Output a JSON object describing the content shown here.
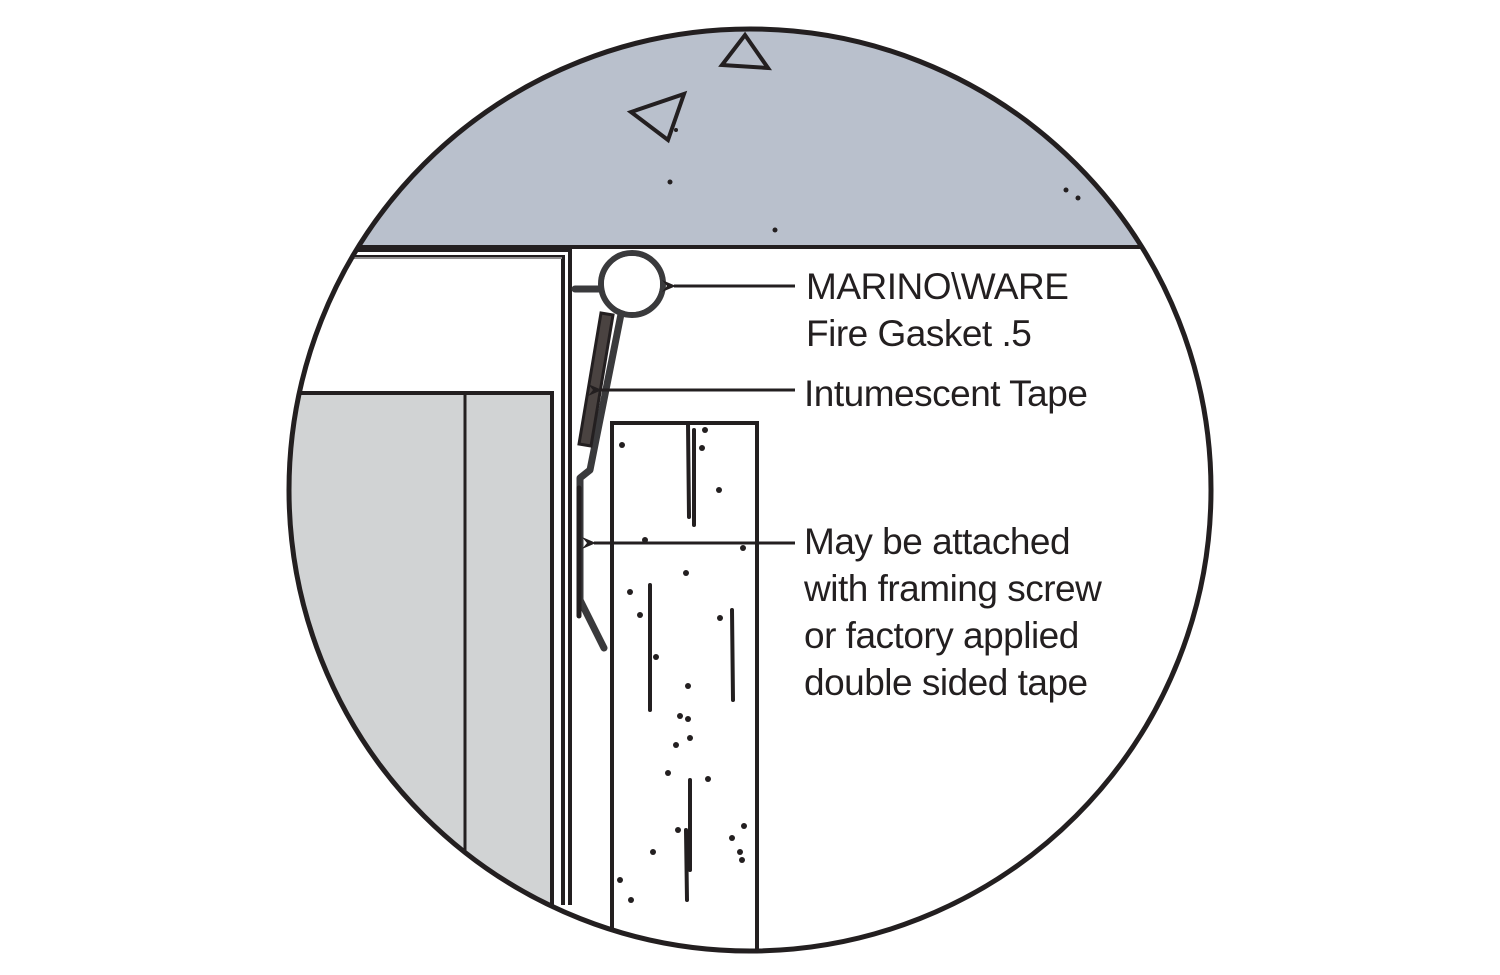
{
  "labels": {
    "gasket": [
      "MARINO\\WARE",
      "Fire Gasket .5"
    ],
    "tape": [
      "Intumescent Tape"
    ],
    "attach": [
      "May be attached",
      "with framing screw",
      "or factory applied",
      "double sided tape"
    ]
  },
  "colors": {
    "ceiling": "#b9c0cc",
    "panel": "#d1d3d4",
    "line": "#231f20",
    "gasket": "#3a3a3c",
    "tape": "#4a4341"
  }
}
